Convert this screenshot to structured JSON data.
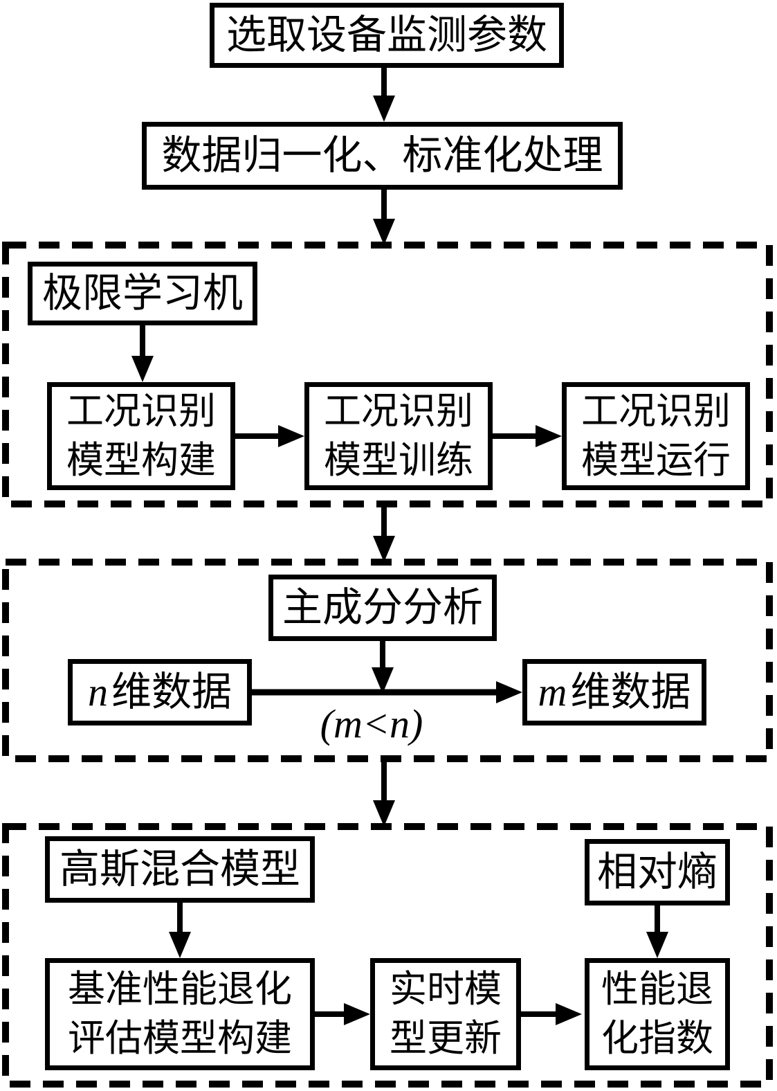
{
  "diagram": {
    "type": "flowchart",
    "language": "zh-CN",
    "colors": {
      "ink": "#000000",
      "paper": "#ffffff"
    },
    "nodes": {
      "select_params": "选取设备监测参数",
      "normalize": "数据归一化、标准化处理",
      "elm": "极限学习机",
      "cond_build": "工况识别\n模型构建",
      "cond_train": "工况识别\n模型训练",
      "cond_run": "工况识别\n模型运行",
      "pca": "主成分分析",
      "n_dim": {
        "var": "n",
        "suffix": "维数据"
      },
      "m_dim": {
        "var": "m",
        "suffix": "维数据"
      },
      "dim_note": "(m<n)",
      "gmm": "高斯混合模型",
      "rel_entropy": "相对熵",
      "baseline": "基准性能退化\n评估模型构建",
      "realtime": "实时模\n型更新",
      "pdi": "性能退\n化指数"
    }
  }
}
